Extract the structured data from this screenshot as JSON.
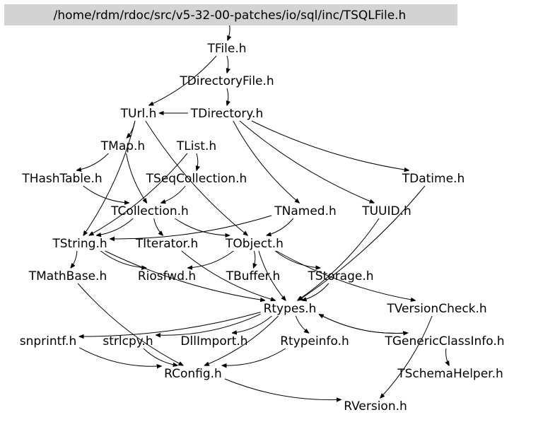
{
  "diagram": {
    "type": "include-dependency-graph",
    "root": "/home/rdm/rdoc/src/v5-32-00-patches/io/sql/inc/TSQLFile.h",
    "nodes": [
      "/home/rdm/rdoc/src/v5-32-00-patches/io/sql/inc/TSQLFile.h",
      "TFile.h",
      "TDirectoryFile.h",
      "TUrl.h",
      "TDirectory.h",
      "TMap.h",
      "TList.h",
      "THashTable.h",
      "TSeqCollection.h",
      "TDatime.h",
      "TCollection.h",
      "TNamed.h",
      "TUUID.h",
      "TString.h",
      "TIterator.h",
      "TObject.h",
      "TMathBase.h",
      "Riosfwd.h",
      "TBuffer.h",
      "TStorage.h",
      "Rtypes.h",
      "TVersionCheck.h",
      "snprintf.h",
      "strlcpy.h",
      "DllImport.h",
      "Rtypeinfo.h",
      "TGenericClassInfo.h",
      "RConfig.h",
      "TSchemaHelper.h",
      "RVersion.h"
    ],
    "edges": [
      [
        "/home/rdm/rdoc/src/v5-32-00-patches/io/sql/inc/TSQLFile.h",
        "TFile.h"
      ],
      [
        "TFile.h",
        "TDirectoryFile.h"
      ],
      [
        "TFile.h",
        "TUrl.h"
      ],
      [
        "TDirectoryFile.h",
        "TDirectory.h"
      ],
      [
        "TUrl.h",
        "TMap.h"
      ],
      [
        "TUrl.h",
        "TString.h"
      ],
      [
        "TUrl.h",
        "TObject.h"
      ],
      [
        "TDirectory.h",
        "TUrl.h"
      ],
      [
        "TDirectory.h",
        "TDatime.h"
      ],
      [
        "TDirectory.h",
        "TNamed.h"
      ],
      [
        "TDirectory.h",
        "TUUID.h"
      ],
      [
        "TMap.h",
        "THashTable.h"
      ],
      [
        "TMap.h",
        "TCollection.h"
      ],
      [
        "TList.h",
        "TSeqCollection.h"
      ],
      [
        "TList.h",
        "TString.h"
      ],
      [
        "THashTable.h",
        "TCollection.h"
      ],
      [
        "TSeqCollection.h",
        "TCollection.h"
      ],
      [
        "TCollection.h",
        "TString.h"
      ],
      [
        "TCollection.h",
        "TIterator.h"
      ],
      [
        "TCollection.h",
        "TObject.h"
      ],
      [
        "TNamed.h",
        "TString.h"
      ],
      [
        "TNamed.h",
        "TObject.h"
      ],
      [
        "TString.h",
        "TMathBase.h"
      ],
      [
        "TString.h",
        "Riosfwd.h"
      ],
      [
        "TString.h",
        "Rtypes.h"
      ],
      [
        "TIterator.h",
        "Rtypes.h"
      ],
      [
        "TObject.h",
        "Riosfwd.h"
      ],
      [
        "TObject.h",
        "TBuffer.h"
      ],
      [
        "TObject.h",
        "TStorage.h"
      ],
      [
        "TObject.h",
        "TVersionCheck.h"
      ],
      [
        "TObject.h",
        "Rtypes.h"
      ],
      [
        "TDatime.h",
        "Rtypes.h"
      ],
      [
        "TUUID.h",
        "Rtypes.h"
      ],
      [
        "TStorage.h",
        "Rtypes.h"
      ],
      [
        "TMathBase.h",
        "RConfig.h"
      ],
      [
        "TVersionCheck.h",
        "RVersion.h"
      ],
      [
        "Rtypes.h",
        "snprintf.h"
      ],
      [
        "Rtypes.h",
        "strlcpy.h"
      ],
      [
        "Rtypes.h",
        "DllImport.h"
      ],
      [
        "Rtypes.h",
        "Rtypeinfo.h"
      ],
      [
        "Rtypes.h",
        "TGenericClassInfo.h"
      ],
      [
        "Rtypes.h",
        "RConfig.h"
      ],
      [
        "snprintf.h",
        "RConfig.h"
      ],
      [
        "strlcpy.h",
        "RConfig.h"
      ],
      [
        "Rtypeinfo.h",
        "RConfig.h"
      ],
      [
        "TGenericClassInfo.h",
        "TSchemaHelper.h"
      ],
      [
        "TGenericClassInfo.h",
        "Rtypes.h"
      ],
      [
        "RConfig.h",
        "RVersion.h"
      ]
    ]
  },
  "colors": {
    "root_fill": "#d3d3d3",
    "edge": "#000000",
    "text": "#000000",
    "background": "#ffffff"
  }
}
